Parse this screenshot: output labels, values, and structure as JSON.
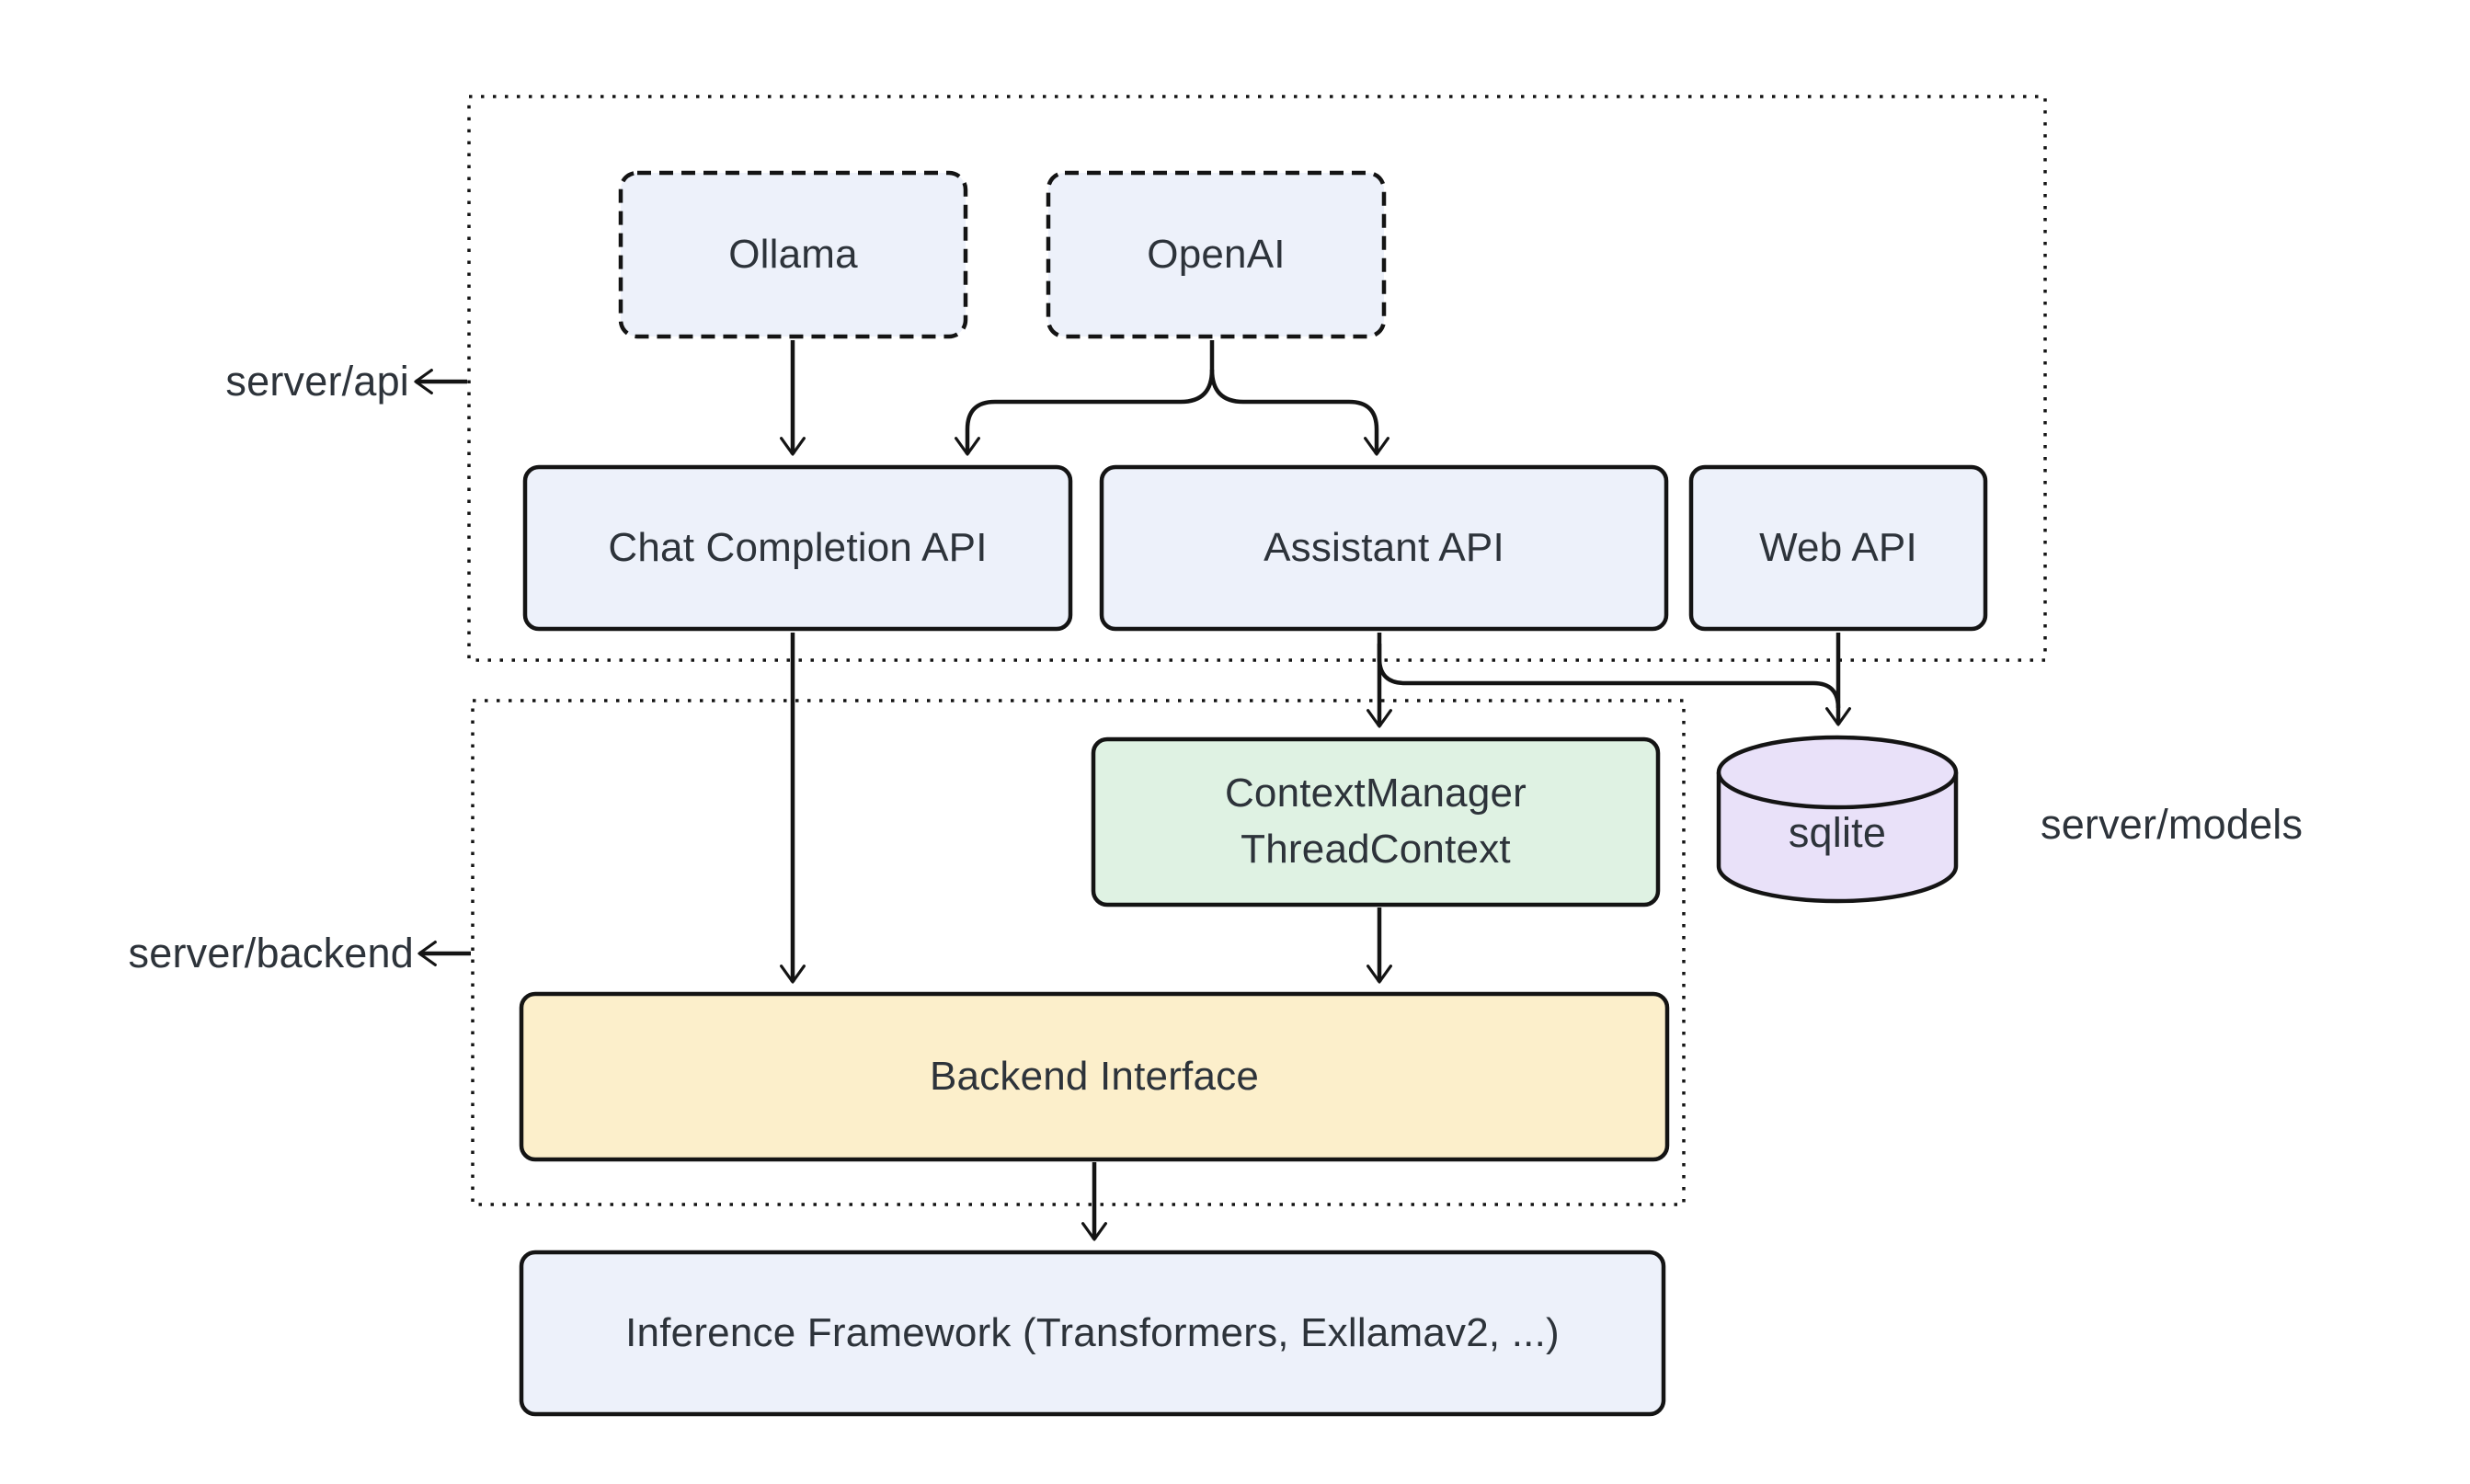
{
  "diagram": {
    "title": "",
    "palette": {
      "background": "#ffffff",
      "stroke": "#141414",
      "text": "#2d333a",
      "node_blue": "#EDF1FA",
      "node_green": "#DFF2E3",
      "node_yellow": "#FCEFCB",
      "node_purple": "#E9E1F9"
    },
    "containers": {
      "server_api": {
        "label": "server/api",
        "border_style": "dotted"
      },
      "server_backend": {
        "label": "server/backend",
        "border_style": "dotted"
      }
    },
    "external_labels": {
      "server_models": {
        "label": "server/models"
      }
    },
    "nodes": {
      "ollama": {
        "label": "Ollama",
        "fill": "#EDF1FA",
        "border": "dashed"
      },
      "openai": {
        "label": "OpenAI",
        "fill": "#EDF1FA",
        "border": "dashed"
      },
      "chat_completion_api": {
        "label": "Chat Completion API",
        "fill": "#EDF1FA",
        "border": "solid"
      },
      "assistant_api": {
        "label": "Assistant API",
        "fill": "#EDF1FA",
        "border": "solid"
      },
      "web_api": {
        "label": "Web API",
        "fill": "#EDF1FA",
        "border": "solid"
      },
      "context_manager": {
        "line1": "ContextManager",
        "line2": "ThreadContext",
        "fill": "#DFF2E3",
        "border": "solid"
      },
      "sqlite": {
        "label": "sqlite",
        "fill": "#E9E1F9",
        "shape": "cylinder"
      },
      "backend_interface": {
        "label": "Backend Interface",
        "fill": "#FCEFCB",
        "border": "solid"
      },
      "inference_framework": {
        "label": "Inference Framework (Transformers, Exllamav2, ...)",
        "fill": "#EDF1FA",
        "border": "solid"
      }
    },
    "edges": [
      {
        "from": "Ollama",
        "to": "Chat Completion API"
      },
      {
        "from": "OpenAI",
        "to": "Chat Completion API"
      },
      {
        "from": "OpenAI",
        "to": "Assistant API"
      },
      {
        "from": "Chat Completion API",
        "to": "Backend Interface"
      },
      {
        "from": "Assistant API",
        "to": "ContextManager ThreadContext"
      },
      {
        "from": "Assistant API",
        "to": "sqlite"
      },
      {
        "from": "Web API",
        "to": "sqlite"
      },
      {
        "from": "ContextManager ThreadContext",
        "to": "Backend Interface"
      },
      {
        "from": "Backend Interface",
        "to": "Inference Framework (Transformers, Exllamav2, ...)"
      },
      {
        "from": "server/api container",
        "to": "server/api label",
        "style": "annotation"
      },
      {
        "from": "server/backend container",
        "to": "server/backend label",
        "style": "annotation"
      }
    ]
  }
}
